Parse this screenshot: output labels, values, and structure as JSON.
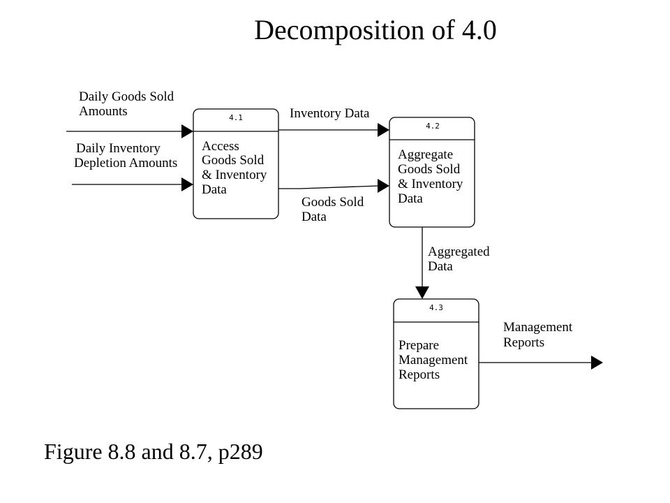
{
  "title": "Decomposition of 4.0",
  "caption": "Figure 8.8 and 8.7, p289",
  "processes": [
    {
      "id": "4.1",
      "lines": [
        "Access",
        "Goods Sold",
        "& Inventory",
        "Data"
      ]
    },
    {
      "id": "4.2",
      "lines": [
        "Aggregate",
        "Goods Sold",
        "& Inventory",
        "Data"
      ]
    },
    {
      "id": "4.3",
      "lines": [
        "Prepare",
        "Management",
        "Reports"
      ]
    }
  ],
  "flows": {
    "daily_goods_sold": [
      "Daily Goods Sold",
      "Amounts"
    ],
    "daily_inventory_depletion": [
      "Daily Inventory",
      "Depletion Amounts"
    ],
    "inventory_data": [
      "Inventory Data"
    ],
    "goods_sold_data": [
      "Goods Sold",
      "Data"
    ],
    "aggregated_data": [
      "Aggregated",
      "Data"
    ],
    "management_reports": [
      "Management",
      "Reports"
    ]
  }
}
